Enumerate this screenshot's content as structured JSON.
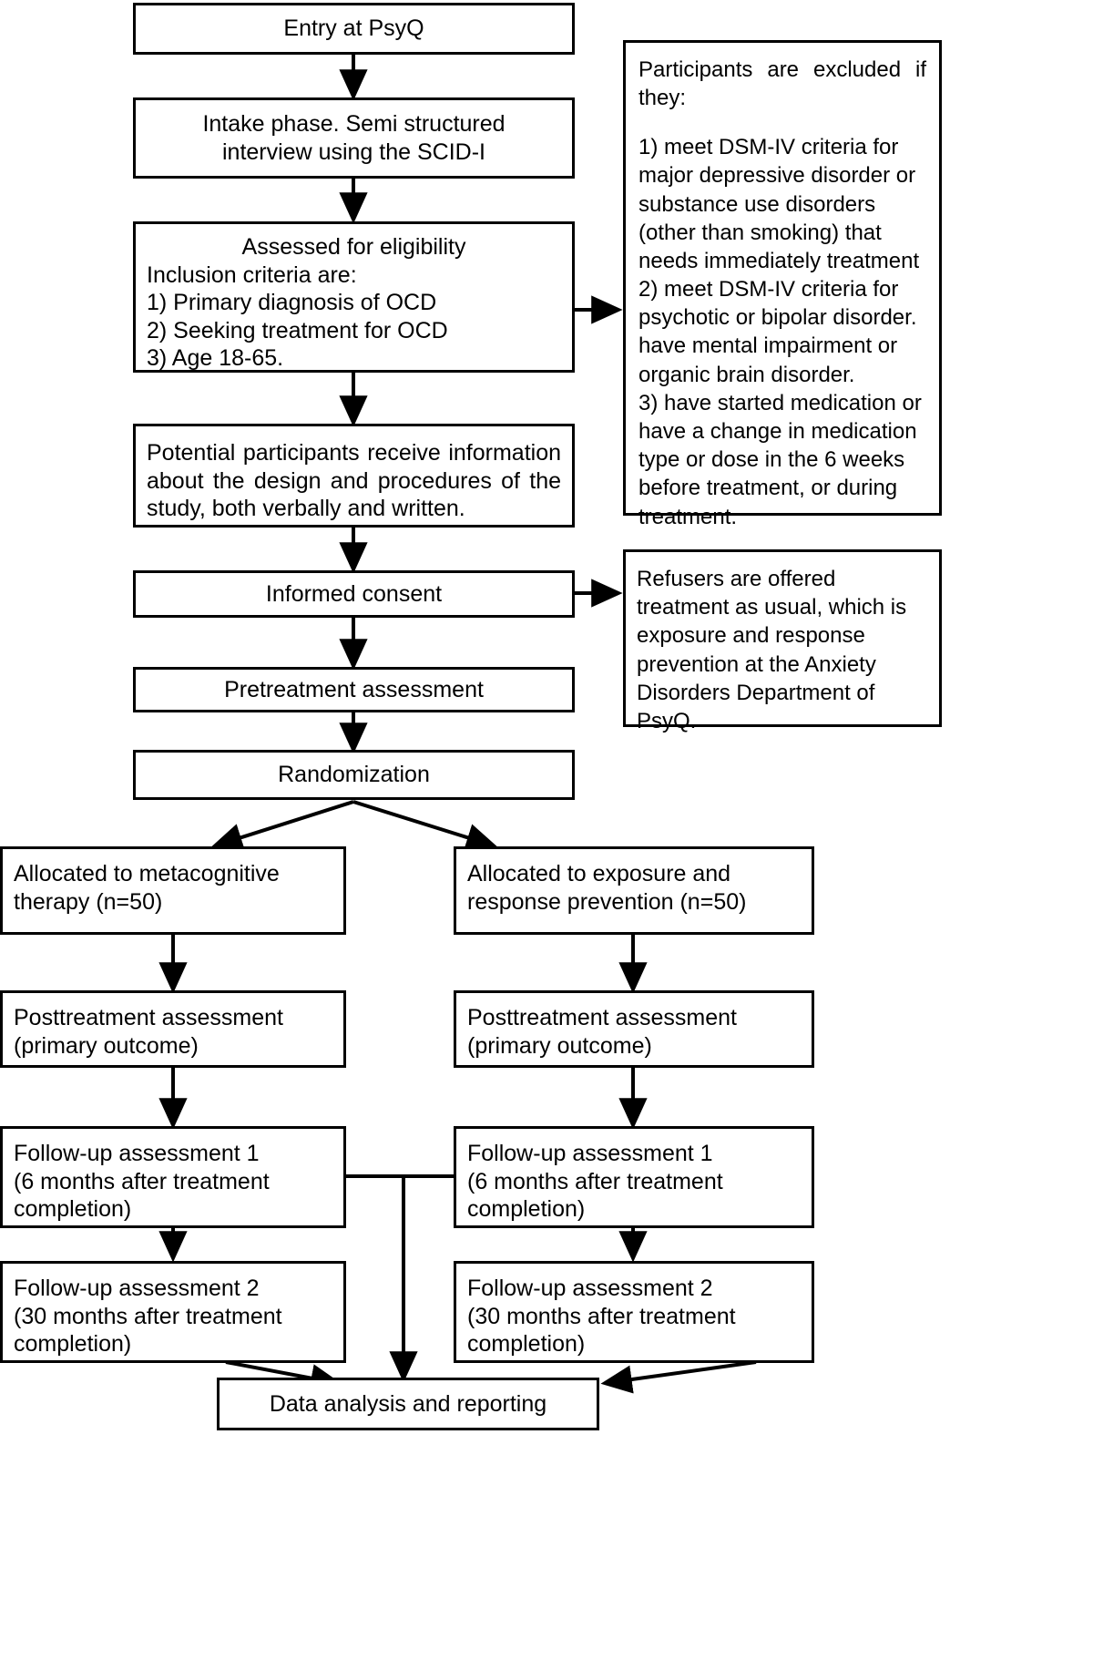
{
  "diagram": {
    "title": "Study flow diagram",
    "type": "flowchart",
    "stroke_color": "#000000",
    "background_color": "#ffffff"
  },
  "nodes": {
    "entry": {
      "label": "Entry at PsyQ"
    },
    "intake": {
      "label": "Intake phase. Semi structured interview using the SCID-I"
    },
    "eligibility": {
      "title": "Assessed for eligibility",
      "criteria_header": "Inclusion criteria are:",
      "criteria": [
        "1) Primary diagnosis of OCD",
        "2) Seeking treatment for OCD",
        "3) Age 18-65."
      ]
    },
    "information": {
      "label": "Potential participants receive information about the design and procedures of the study, both verbally and written."
    },
    "consent": {
      "label": "Informed consent"
    },
    "pretreatment": {
      "label": "Pretreatment assessment"
    },
    "randomization": {
      "label": "Randomization"
    },
    "exclusion": {
      "intro": "Participants are excluded if they:",
      "items": [
        "1) meet DSM-IV criteria for major depressive disorder or substance use disorders (other than smoking) that needs immediately treatment",
        "2) meet DSM-IV criteria for psychotic or bipolar disorder. have mental impairment or organic brain disorder.",
        "3) have started medication or have a change in medication type or dose in the 6 weeks before treatment, or during treatment."
      ]
    },
    "refusers": {
      "label": "Refusers are offered treatment as usual, which is exposure and response prevention at the Anxiety Disorders Department of PsyQ."
    },
    "alloc_left": {
      "label": "Allocated to metacognitive therapy (n=50)"
    },
    "alloc_right": {
      "label": "Allocated to exposure and response prevention (n=50)"
    },
    "post_left": {
      "line1": "Posttreatment assessment",
      "line2": "(primary outcome)"
    },
    "post_right": {
      "line1": "Posttreatment assessment",
      "line2": "(primary outcome)"
    },
    "fu1_left": {
      "line1": "Follow-up assessment 1",
      "line2": "(6 months after treatment",
      "line3": "completion)"
    },
    "fu1_right": {
      "line1": "Follow-up assessment 1",
      "line2": "(6 months after treatment",
      "line3": "completion)"
    },
    "fu2_left": {
      "line1": "Follow-up assessment 2",
      "line2": "(30 months after treatment",
      "line3": "completion)"
    },
    "fu2_right": {
      "line1": "Follow-up assessment 2",
      "line2": "(30 months after treatment",
      "line3": "completion)"
    },
    "analysis": {
      "label": "Data analysis and reporting"
    }
  }
}
